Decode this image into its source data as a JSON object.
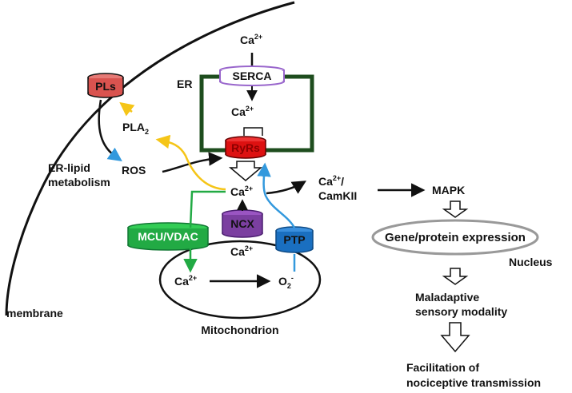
{
  "labels": {
    "ca_top": "Ca",
    "ca_sup": "2+",
    "er": "ER",
    "serca": "SERCA",
    "ca_er": "Ca",
    "ryrs": "RyRs",
    "pls": "PLs",
    "pla": "PLA",
    "pla_sub": "2",
    "ros": "ROS",
    "er_lipid_1": "ER-lipid",
    "er_lipid_2": "metabolism",
    "ca_center": "Ca",
    "ca_camk": "Ca",
    "ca_camk_slash": "/",
    "camkii": "CamKII",
    "mapk": "MAPK",
    "mcu_vdac": "MCU/VDAC",
    "ncx": "NCX",
    "ptp": "PTP",
    "ca_ncx": "Ca",
    "ca_mito": "Ca",
    "o2": "O",
    "o2_sub": "2",
    "o2_sup": "-",
    "gene_expression": "Gene/protein expression",
    "nucleus": "Nucleus",
    "maladaptive_1": "Maladaptive",
    "maladaptive_2": "sensory modality",
    "facilitation_1": "Facilitation of",
    "facilitation_2": "nociceptive transmission",
    "mitochondrion": "Mitochondrion",
    "membrane": "membrane"
  },
  "colors": {
    "er_border": "#1e4d1e",
    "serca": "#9966cc",
    "ryrs": "#dd1111",
    "pls": "#d9534f",
    "mcu_vdac": "#22aa44",
    "ncx": "#7b3fa0",
    "ptp": "#1a6fc0",
    "yellow_arrow": "#f5c518",
    "blue_arrow": "#3399dd",
    "green_arrow": "#22aa44",
    "nucleus_border": "#999999"
  }
}
